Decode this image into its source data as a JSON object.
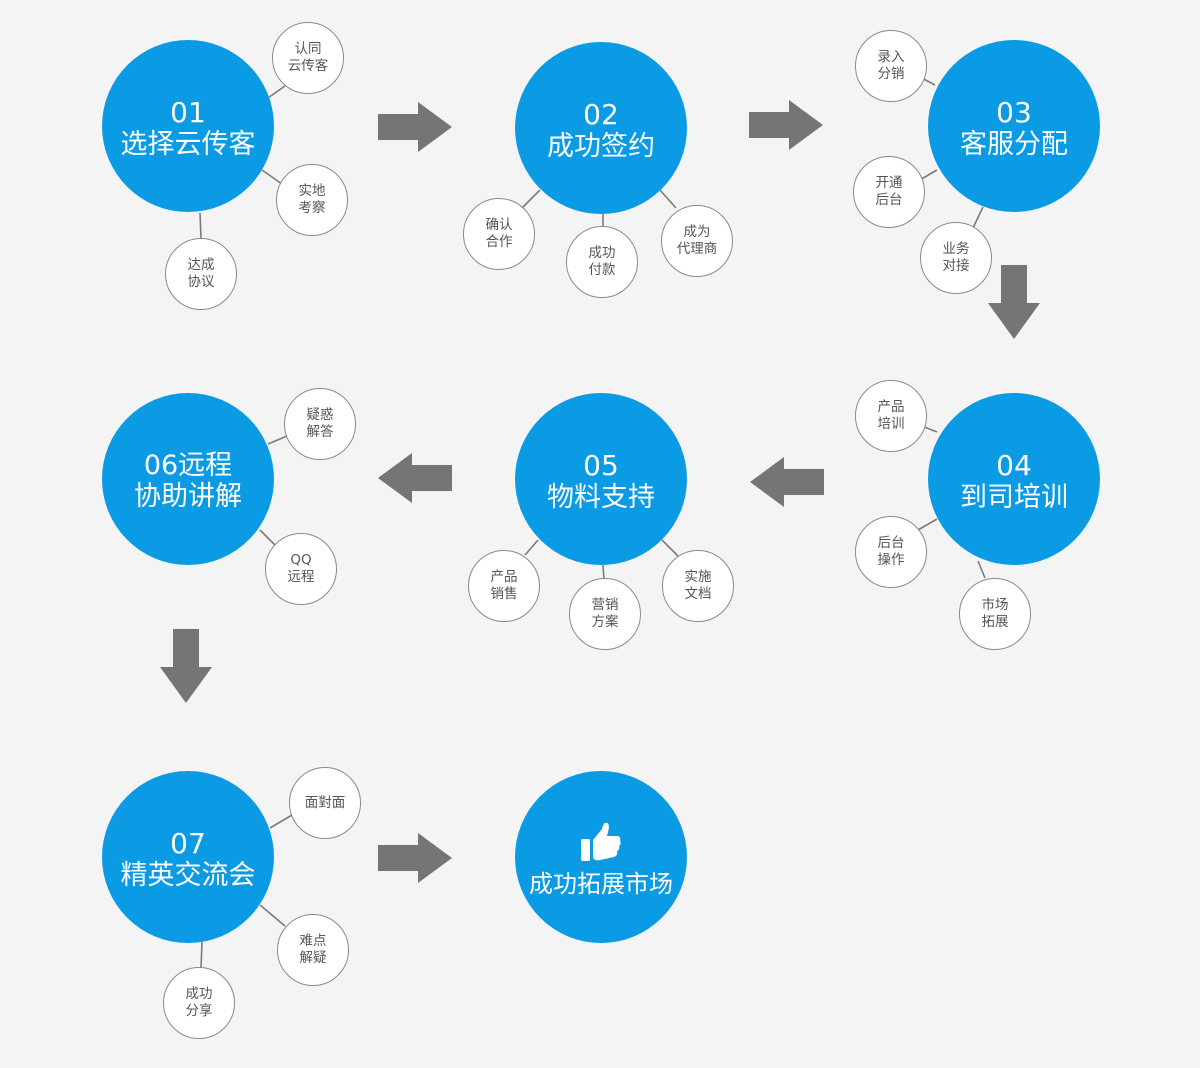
{
  "colors": {
    "accent": "#0a9be4",
    "arrow": "#737577",
    "line": "#7b7b7b",
    "background": "#f4f4f4"
  },
  "steps": {
    "s1": {
      "num": "01",
      "title": "选择云传客",
      "subs": [
        {
          "l1": "认同",
          "l2": "云传客"
        },
        {
          "l1": "实地",
          "l2": "考察"
        },
        {
          "l1": "达成",
          "l2": "协议"
        }
      ]
    },
    "s2": {
      "num": "02",
      "title": "成功签约",
      "subs": [
        {
          "l1": "确认",
          "l2": "合作"
        },
        {
          "l1": "成功",
          "l2": "付款"
        },
        {
          "l1": "成为",
          "l2": "代理商"
        }
      ]
    },
    "s3": {
      "num": "03",
      "title": "客服分配",
      "subs": [
        {
          "l1": "录入",
          "l2": "分销"
        },
        {
          "l1": "开通",
          "l2": "后台"
        },
        {
          "l1": "业务",
          "l2": "对接"
        }
      ]
    },
    "s4": {
      "num": "04",
      "title": "到司培训",
      "subs": [
        {
          "l1": "产品",
          "l2": "培训"
        },
        {
          "l1": "后台",
          "l2": "操作"
        },
        {
          "l1": "市场",
          "l2": "拓展"
        }
      ]
    },
    "s5": {
      "num": "05",
      "title": "物料支持",
      "subs": [
        {
          "l1": "产品",
          "l2": "销售"
        },
        {
          "l1": "营销",
          "l2": "方案"
        },
        {
          "l1": "实施",
          "l2": "文档"
        }
      ]
    },
    "s6": {
      "line1": "06远程",
      "line2": "协助讲解",
      "subs": [
        {
          "l1": "疑惑",
          "l2": "解答"
        },
        {
          "l1": "QQ",
          "l2": "远程"
        }
      ]
    },
    "s7": {
      "num": "07",
      "title": "精英交流会",
      "subs": [
        {
          "l1": "面對面"
        },
        {
          "l1": "难点",
          "l2": "解疑"
        },
        {
          "l1": "成功",
          "l2": "分享"
        }
      ]
    },
    "final": {
      "title": "成功拓展市场",
      "icon": "thumbs-up-icon"
    }
  }
}
